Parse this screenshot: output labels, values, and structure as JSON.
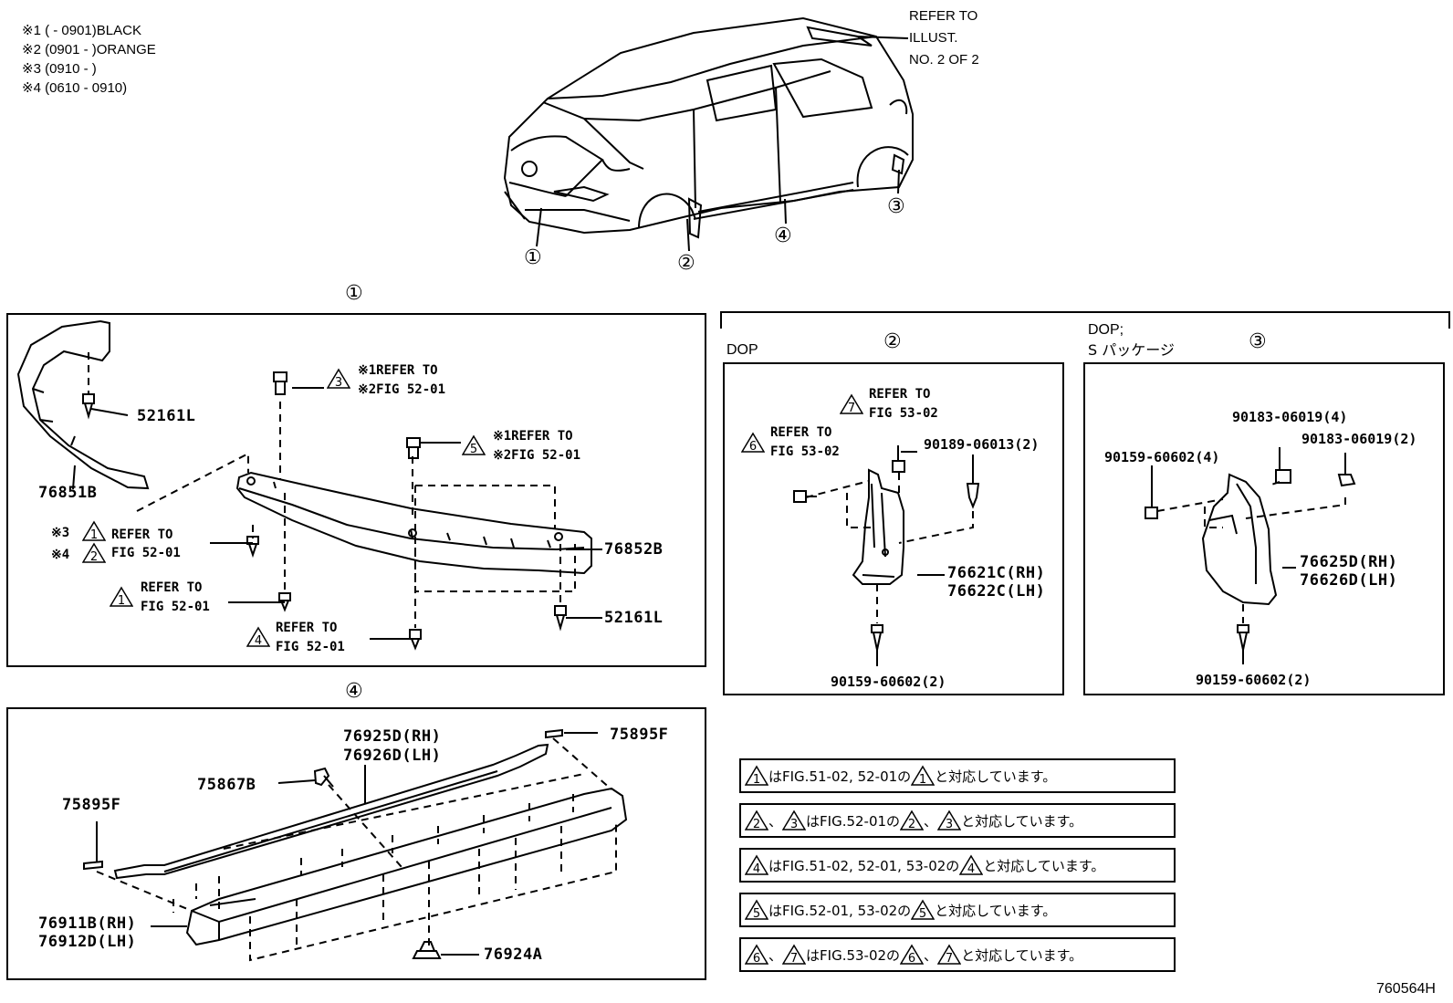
{
  "notes": [
    "※1 (        - 0901)BLACK",
    "※2 (0901 -        )ORANGE",
    "※3 (0910 -        )",
    "※4 (0610 - 0910)"
  ],
  "refer_illust": [
    "REFER TO",
    "ILLUST.",
    "NO. 2 OF 2"
  ],
  "callouts": {
    "c1": "①",
    "c2": "②",
    "c3": "③",
    "c4": "④"
  },
  "section1": {
    "parts": {
      "p52161L_a": "52161L",
      "p76851B": "76851B",
      "p76852B": "76852B",
      "p52161L_b": "52161L"
    },
    "refs": {
      "r3_l1": "※1REFER TO",
      "r3_l2": "※2FIG 52-01",
      "r3_tri": "3",
      "r5_l1": "※1REFER TO",
      "r5_l2": "※2FIG 52-01",
      "r5_tri": "5",
      "r12_s3": "※3",
      "r12_s4": "※4",
      "r12_l1": "REFER TO",
      "r12_l2": "FIG 52-01",
      "r12_tri1": "1",
      "r12_tri2": "2",
      "r1_l1": "REFER TO",
      "r1_l2": "FIG 52-01",
      "r1_tri": "1",
      "r4_l1": "REFER TO",
      "r4_l2": "FIG 52-01",
      "r4_tri": "4"
    }
  },
  "section2": {
    "dop": "DOP",
    "parts": {
      "p90189": "90189-06013(2)",
      "p76621C": "76621C(RH)",
      "p76622C": "76622C(LH)",
      "p90159": "90159-60602(2)"
    },
    "refs": {
      "r7_l1": "REFER TO",
      "r7_l2": "FIG 53-02",
      "r7_tri": "7",
      "r6_l1": "REFER TO",
      "r6_l2": "FIG 53-02",
      "r6_tri": "6"
    }
  },
  "section3": {
    "dop_l1": "DOP;",
    "dop_l2": "S パッケージ",
    "parts": {
      "p90183a": "90183-06019(4)",
      "p90183b": "90183-06019(2)",
      "p90159a": "90159-60602(4)",
      "p76625D": "76625D(RH)",
      "p76626D": "76626D(LH)",
      "p90159b": "90159-60602(2)"
    }
  },
  "section4": {
    "parts": {
      "p76925D": "76925D(RH)",
      "p76926D": "76926D(LH)",
      "p75895F_a": "75895F",
      "p75867B": "75867B",
      "p75895F_b": "75895F",
      "p76911B": "76911B(RH)",
      "p76912D": "76912D(LH)",
      "p76924A": "76924A"
    }
  },
  "legend": [
    {
      "t1": "1",
      "pre": "はFIG.51-02, 52-01の",
      "t2": "1",
      "post": "と対応しています。"
    },
    {
      "t1": "2",
      "mid1": "、",
      "t1b": "3",
      "pre": "はFIG.52-01の",
      "t2": "2",
      "mid2": "、",
      "t2b": "3",
      "post": "と対応しています。"
    },
    {
      "t1": "4",
      "pre": "はFIG.51-02, 52-01, 53-02の",
      "t2": "4",
      "post": "と対応しています。"
    },
    {
      "t1": "5",
      "pre": "はFIG.52-01, 53-02の",
      "t2": "5",
      "post": "と対応しています。"
    },
    {
      "t1": "6",
      "mid1": "、",
      "t1b": "7",
      "pre": "はFIG.53-02の",
      "t2": "6",
      "mid2": "、",
      "t2b": "7",
      "post": "と対応しています。"
    }
  ],
  "figure_code": "760564H"
}
